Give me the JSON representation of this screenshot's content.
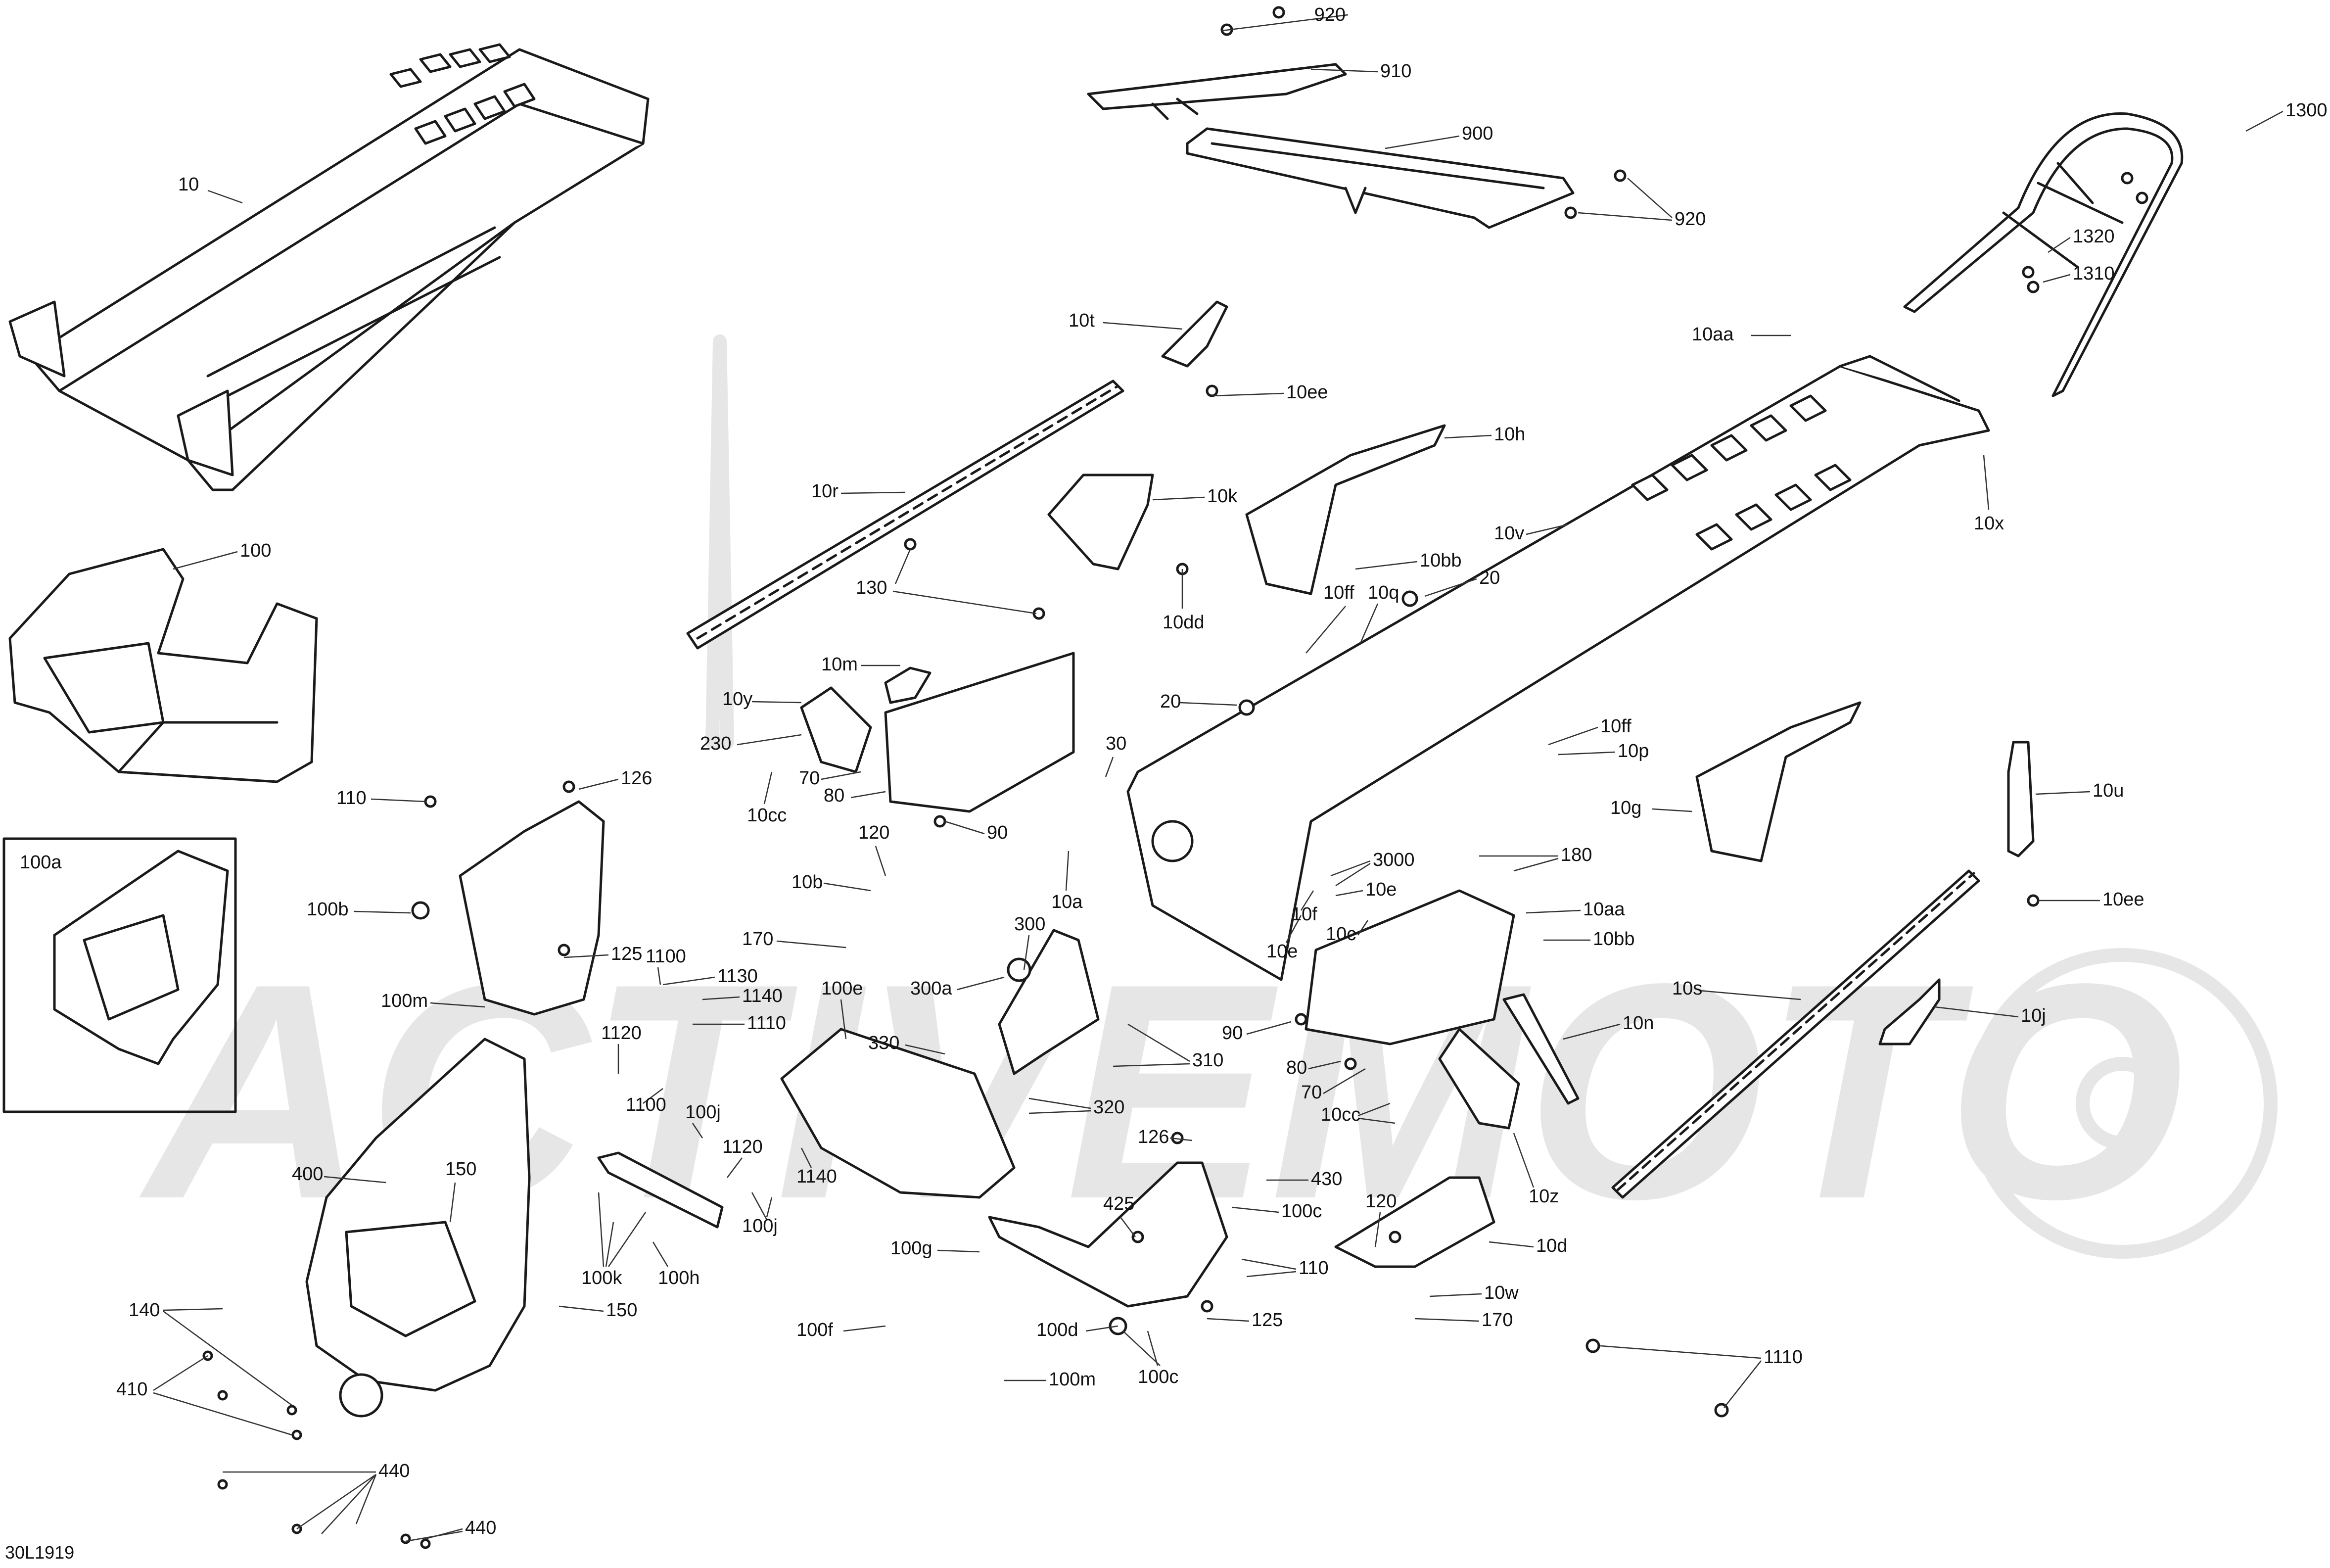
{
  "diagram": {
    "document_code": "30L1919",
    "inset_box_label": "100a",
    "watermark_text": "ACTIVEMOTO",
    "colors": {
      "line": "#1a1a1a",
      "leader": "#333333",
      "watermark": "#e6e6e6",
      "part_fill": "#ffffff"
    },
    "labels": {
      "l920a": "920",
      "l910": "910",
      "l900": "900",
      "l920b": "920",
      "l1300": "1300",
      "l1320": "1320",
      "l1310": "1310",
      "l10": "10",
      "l10t": "10t",
      "l10aa_a": "10aa",
      "l10ee_a": "10ee",
      "l10h": "10h",
      "l10r": "10r",
      "l10k": "10k",
      "l10x": "10x",
      "l100": "100",
      "l10v": "10v",
      "l10bb_a": "10bb",
      "l10dd": "10dd",
      "l130": "130",
      "l10ff_a": "10ff",
      "l10q": "10q",
      "l20a": "20",
      "l10m": "10m",
      "l20b": "20",
      "l10y": "10y",
      "l10ff_b": "10ff",
      "l230": "230",
      "l30": "30",
      "l10p": "10p",
      "l70a": "70",
      "l10u": "10u",
      "l80a": "80",
      "l10cc_a": "10cc",
      "l126a": "126",
      "l10g": "10g",
      "l110a": "110",
      "l90a": "90",
      "l120a": "120",
      "l3000": "3000",
      "l180": "180",
      "l100a": "100a",
      "l10b": "10b",
      "l10e_a": "10e",
      "l10f": "10f",
      "l10a": "10a",
      "l10aa_b": "10aa",
      "l10ee_b": "10ee",
      "l100b": "100b",
      "l300": "300",
      "l10c": "10c",
      "l170a": "170",
      "l10bb_b": "10bb",
      "l125a": "125",
      "l1100a": "1100",
      "l10e_b": "10e",
      "l100e": "100e",
      "l300a": "300a",
      "l1130": "1130",
      "l10s": "10s",
      "l10j": "10j",
      "l100m_a": "100m",
      "l1140a": "1140",
      "l1110a": "1110",
      "l90b": "90",
      "l10n": "10n",
      "l1120a": "1120",
      "l330": "330",
      "l310": "310",
      "l80b": "80",
      "l70b": "70",
      "l320": "320",
      "l1100b": "1100",
      "l100j_a": "100j",
      "l10cc_b": "10cc",
      "l126b": "126",
      "l400": "400",
      "l150a": "150",
      "l1120b": "1120",
      "l1140b": "1140",
      "l120b": "120",
      "l10z": "10z",
      "l430": "430",
      "l425": "425",
      "l100j_b": "100j",
      "l100c_a": "100c",
      "l10d": "10d",
      "l100g": "100g",
      "l100k": "100k",
      "l100h": "100h",
      "l110b": "110",
      "l10w": "10w",
      "l140": "140",
      "l150b": "150",
      "l125b": "125",
      "l170b": "170",
      "l100d": "100d",
      "l100f": "100f",
      "l1110b": "1110",
      "l410": "410",
      "l100c_b": "100c",
      "l100m_b": "100m",
      "l440a": "440",
      "l440b": "440"
    }
  }
}
